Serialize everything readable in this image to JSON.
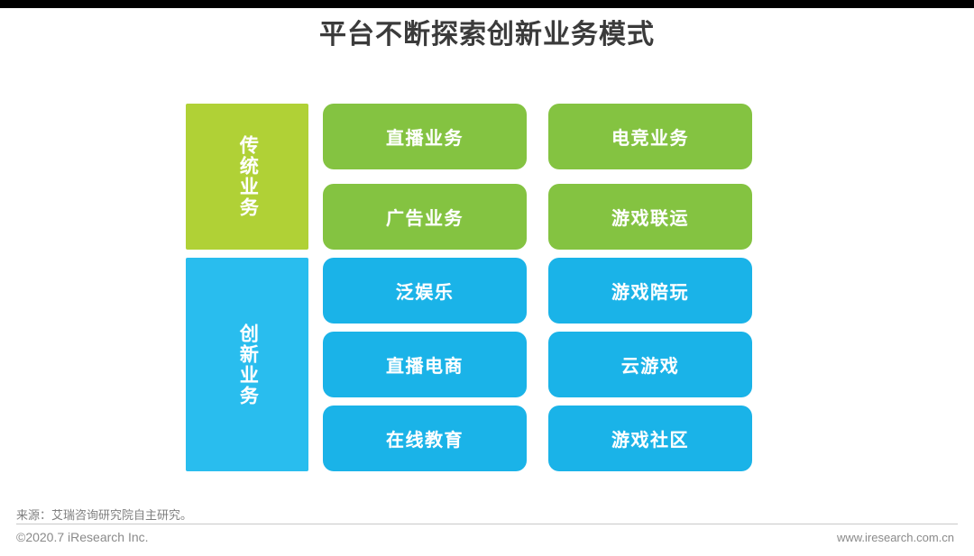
{
  "slide": {
    "title": "平台不断探索创新业务模式"
  },
  "matrix": {
    "bands": [
      {
        "category": "传统业务",
        "category_color": "#b0d136",
        "card_color": "#84c341",
        "rows": [
          [
            "直播业务",
            "电竞业务"
          ],
          [
            "广告业务",
            "游戏联运"
          ]
        ]
      },
      {
        "category": "创新业务",
        "category_color": "#29bdee",
        "card_color": "#1ab3e8",
        "rows": [
          [
            "泛娱乐",
            "游戏陪玩"
          ],
          [
            "直播电商",
            "云游戏"
          ],
          [
            "在线教育",
            "游戏社区"
          ]
        ]
      }
    ]
  },
  "footer": {
    "source": "来源：艾瑞咨询研究院自主研究。",
    "copyright": "©2020.7 iResearch Inc.",
    "website": "www.iresearch.com.cn"
  }
}
